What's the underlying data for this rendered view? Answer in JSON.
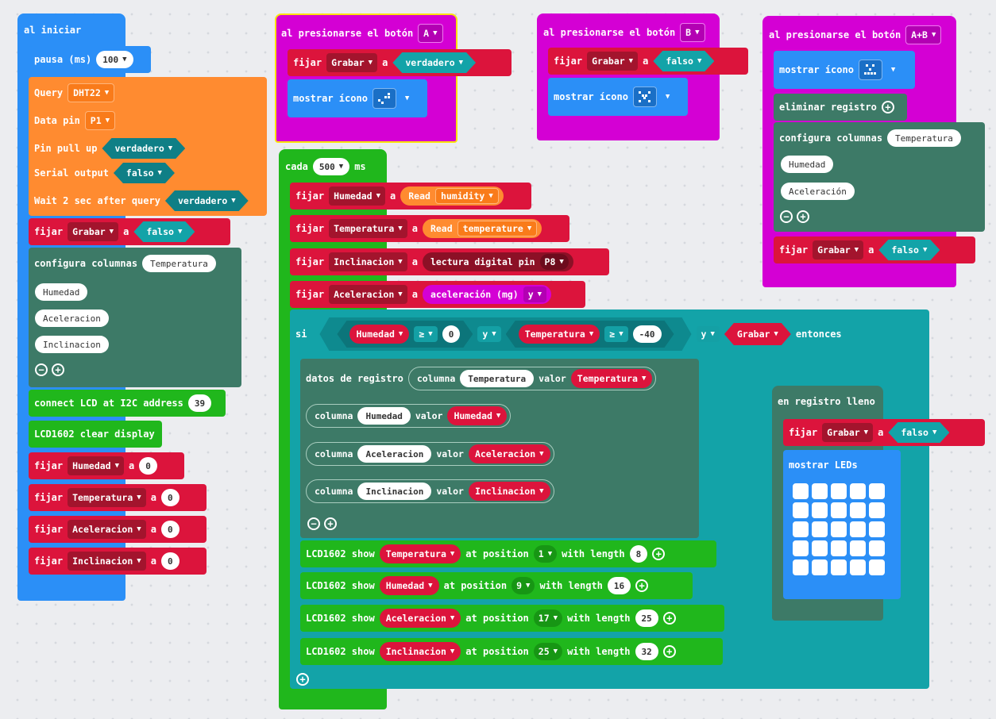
{
  "on_start": {
    "title": "al iniciar",
    "pause_label": "pausa (ms)",
    "pause_value": "100",
    "query_label": "Query",
    "query_value": "DHT22",
    "datapin_label": "Data pin",
    "datapin_value": "P1",
    "pullup_label": "Pin pull up",
    "pullup_value": "verdadero",
    "serial_label": "Serial output",
    "serial_value": "falso",
    "wait_label": "Wait 2 sec after query",
    "wait_value": "verdadero",
    "set_record": {
      "verb": "fijar",
      "var": "Grabar",
      "to": "a",
      "value": "falso"
    },
    "columns_label": "configura columnas",
    "columns": [
      "Temperatura",
      "Humedad",
      "Aceleracion",
      "Inclinacion"
    ],
    "lcd_connect_label": "connect LCD at I2C address",
    "lcd_address": "39",
    "lcd_clear_label": "LCD1602 clear display",
    "set_vars": [
      {
        "verb": "fijar",
        "var": "Humedad",
        "to": "a",
        "value": "0"
      },
      {
        "verb": "fijar",
        "var": "Temperatura",
        "to": "a",
        "value": "0"
      },
      {
        "verb": "fijar",
        "var": "Aceleracion",
        "to": "a",
        "value": "0"
      },
      {
        "verb": "fijar",
        "var": "Inclinacion",
        "to": "a",
        "value": "0"
      }
    ]
  },
  "button_a": {
    "title": "al presionarse el botón",
    "button": "A",
    "verb": "fijar",
    "var": "Grabar",
    "to": "a",
    "value": "verdadero",
    "icon_label": "mostrar ícono"
  },
  "button_b": {
    "title": "al presionarse el botón",
    "button": "B",
    "verb": "fijar",
    "var": "Grabar",
    "to": "a",
    "value": "falso",
    "icon_label": "mostrar ícono"
  },
  "button_ab": {
    "title": "al presionarse el botón",
    "button": "A+B",
    "icon_label": "mostrar ícono",
    "delete_label": "eliminar registro",
    "columns_label": "configura columnas",
    "columns": [
      "Temperatura",
      "Humedad",
      "Aceleración"
    ],
    "verb": "fijar",
    "var": "Grabar",
    "to": "a",
    "value": "falso"
  },
  "every": {
    "label": "cada",
    "interval": "500",
    "unit": "ms",
    "set_humidity": {
      "verb": "fijar",
      "var": "Humedad",
      "to": "a",
      "read": "Read",
      "what": "humidity"
    },
    "set_temperature": {
      "verb": "fijar",
      "var": "Temperatura",
      "to": "a",
      "read": "Read",
      "what": "temperature"
    },
    "set_tilt": {
      "verb": "fijar",
      "var": "Inclinacion",
      "to": "a",
      "func": "lectura digital pin",
      "pin": "P8"
    },
    "set_accel": {
      "verb": "fijar",
      "var": "Aceleracion",
      "to": "a",
      "func": "aceleración (mg)",
      "axis": "y"
    },
    "if": {
      "si": "si",
      "then": "entonces",
      "and": "y",
      "cond1_var": "Humedad",
      "op": "≥",
      "cond1_val": "0",
      "cond2_var": "Temperatura",
      "cond2_val": "-40",
      "cond3_var": "Grabar"
    },
    "log": {
      "label": "datos de registro",
      "col_word": "columna",
      "val_word": "valor",
      "rows": [
        {
          "col": "Temperatura",
          "val": "Temperatura"
        },
        {
          "col": "Humedad",
          "val": "Humedad"
        },
        {
          "col": "Aceleracion",
          "val": "Aceleracion"
        },
        {
          "col": "Inclinacion",
          "val": "Inclinacion"
        }
      ]
    },
    "lcd_rows": [
      {
        "show": "LCD1602 show",
        "var": "Temperatura",
        "at": "at position",
        "pos": "1",
        "with": "with length",
        "len": "8"
      },
      {
        "show": "LCD1602 show",
        "var": "Humedad",
        "at": "at position",
        "pos": "9",
        "with": "with length",
        "len": "16"
      },
      {
        "show": "LCD1602 show",
        "var": "Aceleracion",
        "at": "at position",
        "pos": "17",
        "with": "with length",
        "len": "25"
      },
      {
        "show": "LCD1602 show",
        "var": "Inclinacion",
        "at": "at position",
        "pos": "25",
        "with": "with length",
        "len": "32"
      }
    ]
  },
  "log_full": {
    "title": "en registro lleno",
    "verb": "fijar",
    "var": "Grabar",
    "to": "a",
    "value": "falso",
    "leds_label": "mostrar LEDs"
  },
  "colors": {
    "variable": "#dc143c",
    "lcd": "#20b71c",
    "datalogger": "#3d7a67",
    "dht": "#ff8b30",
    "logic": "#13a3a8",
    "basic": "#2b8ff7",
    "input": "#d400d4"
  }
}
